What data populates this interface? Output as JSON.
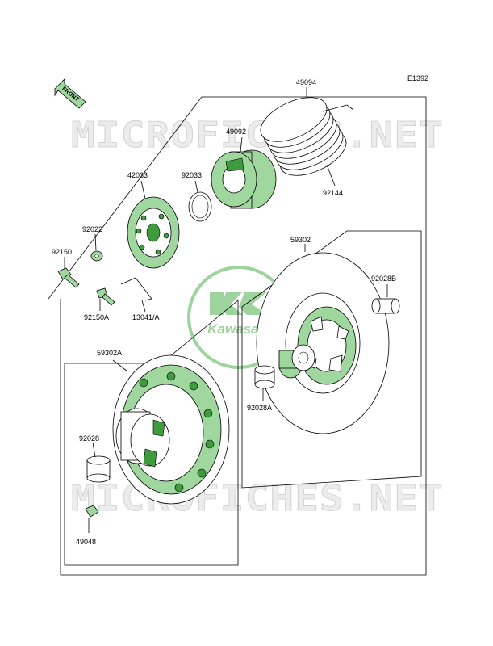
{
  "diagram": {
    "code": "E1392",
    "front_label": "FRONT",
    "watermark_text": "MICROFICHES.NET",
    "brand_logo_text": "Kawasaki",
    "colors": {
      "part_fill": "#9fd79f",
      "part_dark": "#3e9b3e",
      "watermark": "#e6e6e6"
    },
    "parts": {
      "p49094": "49094",
      "p49092": "49092",
      "p42033": "42033",
      "p92033": "92033",
      "p92144": "92144",
      "p92022": "92022",
      "p92150": "92150",
      "p92150a": "92150A",
      "p13041a": "13041/A",
      "p59302": "59302",
      "p92028b": "92028B",
      "p59302a": "59302A",
      "p92028a": "92028A",
      "p92028": "92028",
      "p49048": "49048"
    }
  }
}
